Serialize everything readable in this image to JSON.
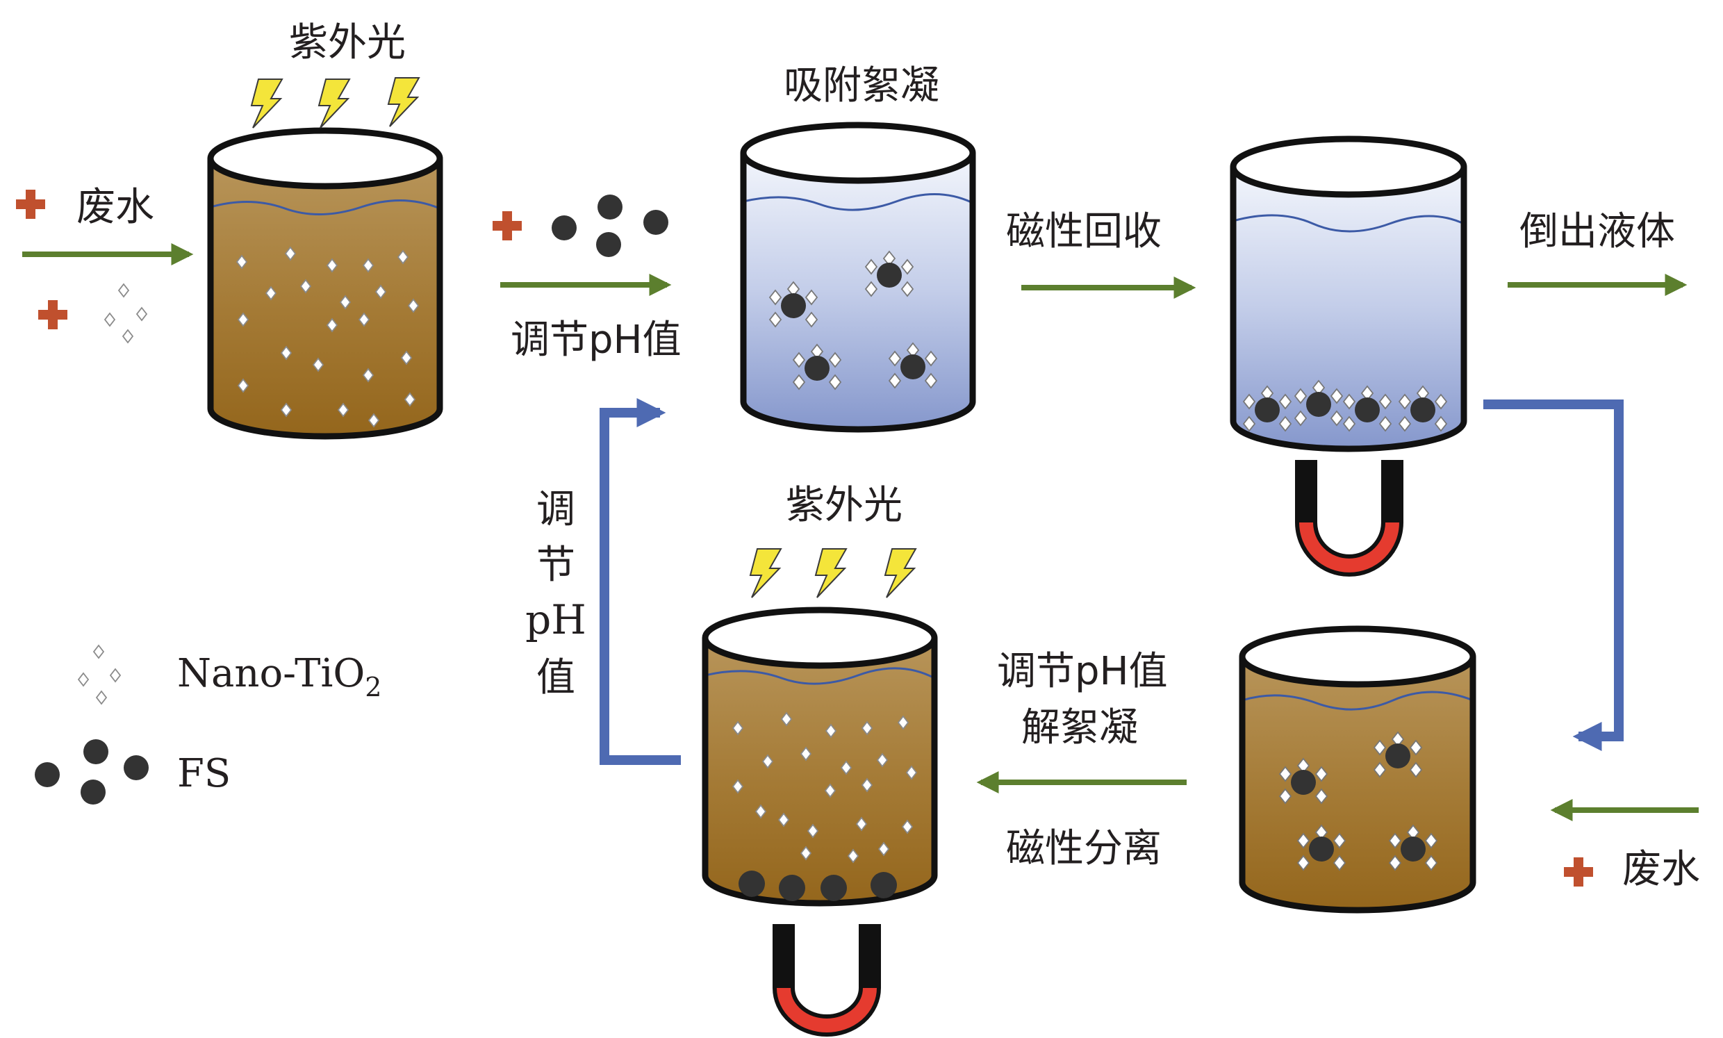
{
  "labels": {
    "uv_top": "紫外光",
    "uv_bottom": "紫外光",
    "wastewater_left": "废水",
    "wastewater_right": "废水",
    "adsorption_flocculation": "吸附絮凝",
    "adjust_ph_top": "调节pH值",
    "magnetic_recovery": "磁性回收",
    "pour_out_liquid": "倒出液体",
    "adjust_ph_vertical": [
      "调",
      "节",
      "pH",
      "值"
    ],
    "adjust_ph_deflocculation_line1": "调节pH值",
    "adjust_ph_deflocculation_line2": "解絮凝",
    "magnetic_separation": "磁性分离"
  },
  "legend": {
    "nano_tio2": "Nano-TiO",
    "nano_tio2_subscript": "2",
    "fs": "FS"
  },
  "colors": {
    "wastewater_top": "#b08945",
    "wastewater_bottom": "#9b6b1e",
    "clear_water_top": "#f1f4fb",
    "clear_water_bottom": "#8a9ccf",
    "flow_arrow": "#5c7f2e",
    "recycle_arrow": "#4e6ab2",
    "plus_sign": "#c0502e",
    "lightning": "#f4e53a",
    "magnet_red": "#e53b2f",
    "fs_particle": "#333333",
    "outline": "#111111"
  }
}
